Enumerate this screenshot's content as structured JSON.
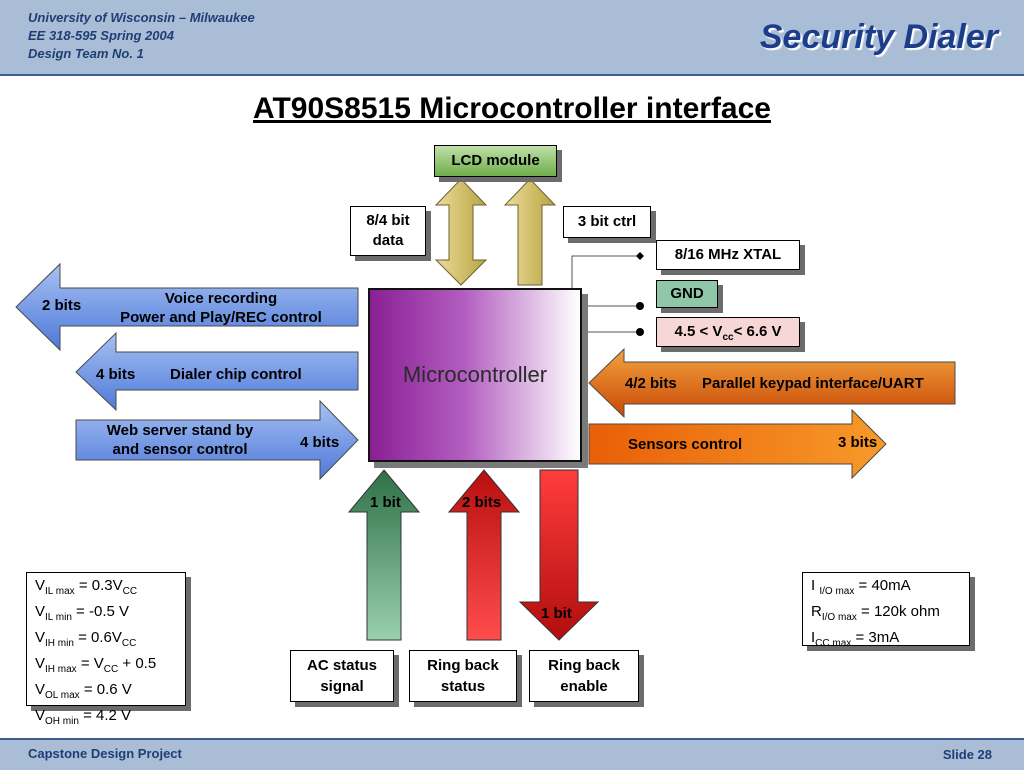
{
  "header": {
    "line1": "University of Wisconsin – Milwaukee",
    "line2": "EE 318-595 Spring 2004",
    "line3": "Design Team No. 1",
    "title": "Security Dialer"
  },
  "slide_title": "AT90S8515 Microcontroller interface",
  "boxes": {
    "lcd": "LCD module",
    "data_line1": "8/4 bit",
    "data_line2": "data",
    "ctrl": "3 bit ctrl",
    "xtal": "8/16 MHz XTAL",
    "gnd": "GND",
    "vcc_prefix": "4.5 < V",
    "vcc_sub": "cc",
    "vcc_suffix": "< 6.6 V",
    "ac_line1": "AC status",
    "ac_line2": "signal",
    "rb_status_line1": "Ring back",
    "rb_status_line2": "status",
    "rb_enable_line1": "Ring back",
    "rb_enable_line2": "enable"
  },
  "center": {
    "label": "Microcontroller"
  },
  "arrows": {
    "voice_bits": "2 bits",
    "voice_line1": "Voice recording",
    "voice_line2": "Power and Play/REC control",
    "dialer_bits": "4 bits",
    "dialer_label": "Dialer chip control",
    "web_line1": "Web server stand by",
    "web_line2": "and sensor control",
    "web_bits": "4 bits",
    "keypad_bits": "4/2 bits",
    "keypad_label": "Parallel keypad interface/UART",
    "sensors_label": "Sensors control",
    "sensors_bits": "3 bits",
    "ac_bits": "1 bit",
    "status_bits": "2 bits",
    "enable_bits": "1 bit"
  },
  "specs_left": [
    {
      "v": "V",
      "sub": "IL max",
      "rest": " = 0.3V",
      "sub2": "CC",
      "rest2": ""
    },
    {
      "v": "V",
      "sub": "IL min",
      "rest": " = -0.5 V",
      "sub2": "",
      "rest2": ""
    },
    {
      "v": "V",
      "sub": "IH min",
      "rest": " = 0.6V",
      "sub2": "CC",
      "rest2": ""
    },
    {
      "v": "V",
      "sub": "IH max",
      "rest": " = V",
      "sub2": "CC",
      "rest2": " + 0.5"
    },
    {
      "v": "V",
      "sub": "OL max",
      "rest": " = 0.6 V",
      "sub2": "",
      "rest2": ""
    },
    {
      "v": "V",
      "sub": "OH min",
      "rest": " = 4.2 V",
      "sub2": "",
      "rest2": ""
    }
  ],
  "specs_right": [
    {
      "v": "I ",
      "sub": "I/O max",
      "rest": " = 40mA"
    },
    {
      "v": "R",
      "sub": "I/O max",
      "rest": " = 120k ohm"
    },
    {
      "v": "I",
      "sub": "CC max",
      "rest": " = 3mA"
    }
  ],
  "footer": {
    "left": "Capstone Design Project",
    "right": "Slide 28"
  }
}
